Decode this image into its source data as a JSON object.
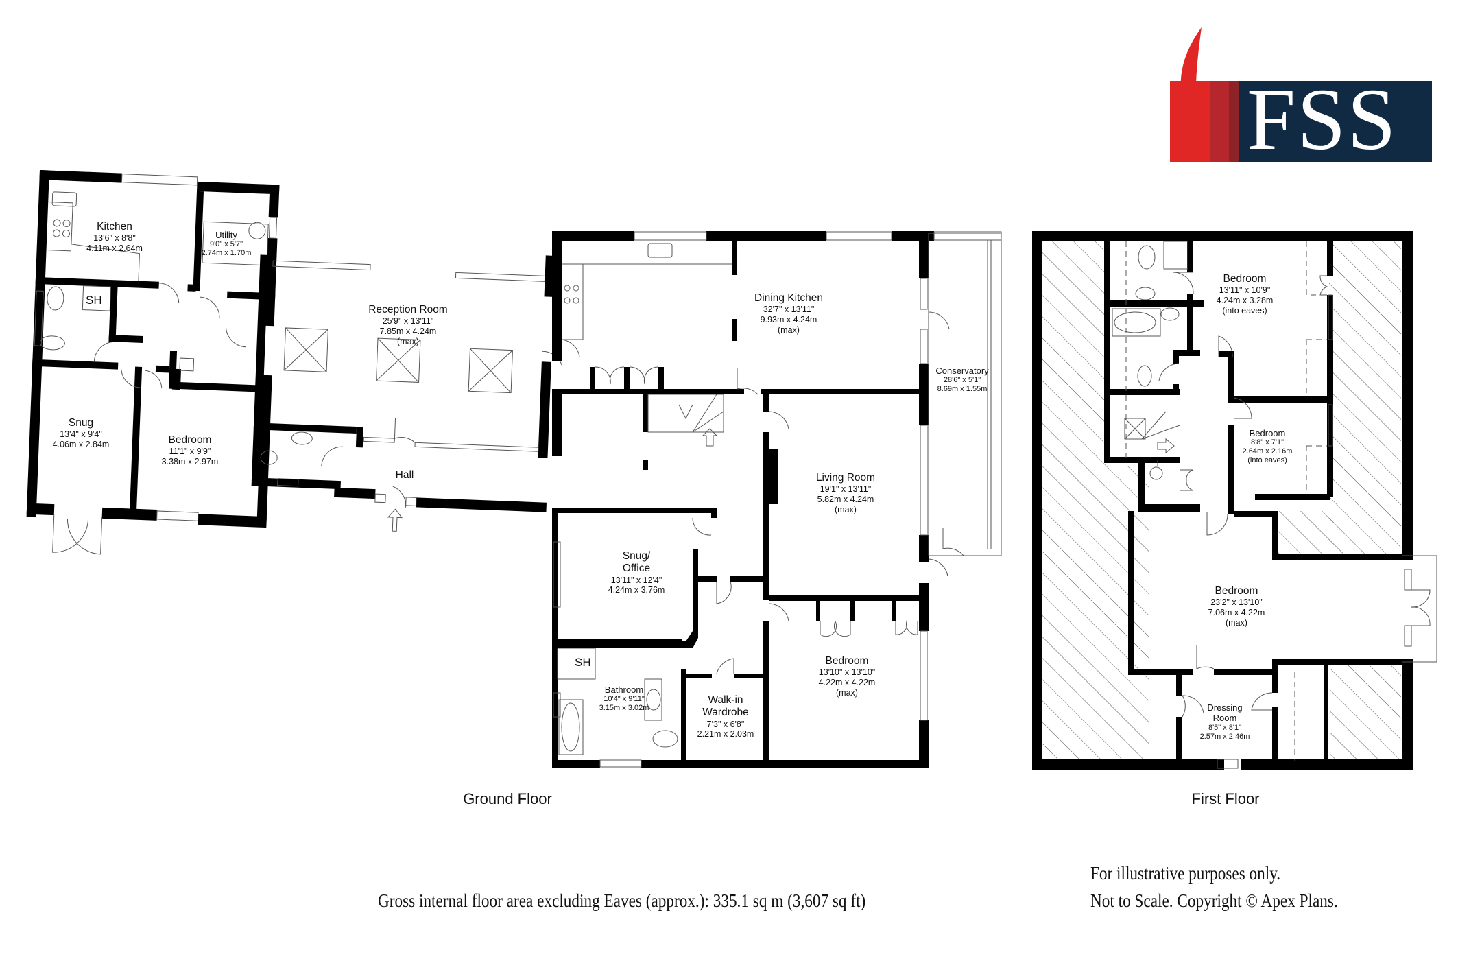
{
  "brand": {
    "name": "FSS",
    "colors": {
      "red": "#e02726",
      "red_dark": "#b5272c",
      "red_darker": "#8d2229",
      "navy": "#0f2a42",
      "feather": "#e02726"
    }
  },
  "ground_floor": {
    "title": "Ground Floor",
    "rooms": [
      {
        "name": "Kitchen",
        "imperial": "13'6\" x 8'8\"",
        "metric": "4.11m x 2.64m"
      },
      {
        "name": "Utility",
        "imperial": "9'0\" x 5'7\"",
        "metric": "2.74m x 1.70m"
      },
      {
        "name": "Snug",
        "imperial": "13'4\" x 9'4\"",
        "metric": "4.06m x 2.84m"
      },
      {
        "name": "Bedroom",
        "imperial": "11'1\" x 9'9\"",
        "metric": "3.38m x 2.97m"
      },
      {
        "name": "Reception Room",
        "imperial": "25'9\" x 13'11\"",
        "metric": "7.85m x 4.24m",
        "note": "(max)"
      },
      {
        "name": "Hall"
      },
      {
        "name": "Dining Kitchen",
        "imperial": "32'7\" x 13'11\"",
        "metric": "9.93m x 4.24m",
        "note": "(max)"
      },
      {
        "name": "Conservatory",
        "imperial": "28'6\" x 5'1\"",
        "metric": "8.69m x 1.55m"
      },
      {
        "name": "Living Room",
        "imperial": "19'1\" x 13'11\"",
        "metric": "5.82m x 4.24m",
        "note": "(max)"
      },
      {
        "name_line1": "Snug/",
        "name_line2": "Office",
        "imperial": "13'11\" x 12'4\"",
        "metric": "4.24m x 3.76m"
      },
      {
        "name": "Bathroom",
        "imperial": "10'4\" x 9'11\"",
        "metric": "3.15m x 3.02m"
      },
      {
        "name_line1": "Walk-in",
        "name_line2": "Wardrobe",
        "imperial": "7'3\" x 6'8\"",
        "metric": "2.21m x 2.03m"
      },
      {
        "name": "Bedroom",
        "imperial": "13'10\" x 13'10\"",
        "metric": "4.22m x 4.22m",
        "note": "(max)"
      }
    ],
    "sh_labels": [
      "SH",
      "SH"
    ]
  },
  "first_floor": {
    "title": "First Floor",
    "rooms": [
      {
        "name": "Bedroom",
        "imperial": "13'11\" x 10'9\"",
        "metric": "4.24m x 3.28m",
        "note": "(into eaves)"
      },
      {
        "name": "Bedroom",
        "imperial": "8'8\" x 7'1\"",
        "metric": "2.64m x 2.16m",
        "note": "(into eaves)"
      },
      {
        "name": "Bedroom",
        "imperial": "23'2\" x 13'10\"",
        "metric": "7.06m x 4.22m",
        "note": "(max)"
      },
      {
        "name_line1": "Dressing",
        "name_line2": "Room",
        "imperial": "8'5\" x 8'1\"",
        "metric": "2.57m x 2.46m"
      }
    ]
  },
  "footer": {
    "area": "Gross internal floor area excluding Eaves (approx.): 335.1 sq m (3,607 sq ft)",
    "disclaimer_line1": "For illustrative purposes only.",
    "disclaimer_line2": "Not to Scale. Copyright © Apex Plans."
  }
}
